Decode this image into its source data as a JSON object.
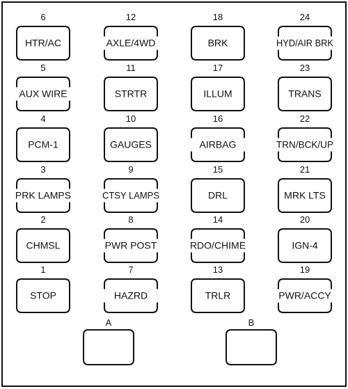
{
  "fuse_panel": {
    "columns": [
      [
        {
          "number": "6",
          "label": "HTR/AC",
          "style": "solid"
        },
        {
          "number": "5",
          "label": "AUX WIRE",
          "style": "broken"
        },
        {
          "number": "4",
          "label": "PCM-1",
          "style": "solid"
        },
        {
          "number": "3",
          "label": "PRK LAMPS",
          "style": "broken"
        },
        {
          "number": "2",
          "label": "CHMSL",
          "style": "solid"
        },
        {
          "number": "1",
          "label": "STOP",
          "style": "solid"
        }
      ],
      [
        {
          "number": "12",
          "label": "AXLE/4WD",
          "style": "broken"
        },
        {
          "number": "11",
          "label": "STRTR",
          "style": "solid"
        },
        {
          "number": "10",
          "label": "GAUGES",
          "style": "solid"
        },
        {
          "number": "9",
          "label": "CTSY LAMPS",
          "style": "broken"
        },
        {
          "number": "8",
          "label": "PWR POST",
          "style": "broken"
        },
        {
          "number": "7",
          "label": "HAZRD",
          "style": "broken"
        }
      ],
      [
        {
          "number": "18",
          "label": "BRK",
          "style": "solid"
        },
        {
          "number": "17",
          "label": "ILLUM",
          "style": "solid"
        },
        {
          "number": "16",
          "label": "AIRBAG",
          "style": "broken"
        },
        {
          "number": "15",
          "label": "DRL",
          "style": "solid"
        },
        {
          "number": "14",
          "label": "RDO/CHIME",
          "style": "broken"
        },
        {
          "number": "13",
          "label": "TRLR",
          "style": "solid"
        }
      ],
      [
        {
          "number": "24",
          "label": "HYD/AIR BRK",
          "style": "broken"
        },
        {
          "number": "23",
          "label": "TRANS",
          "style": "solid"
        },
        {
          "number": "22",
          "label": "TRN/BCK/UP",
          "style": "broken"
        },
        {
          "number": "21",
          "label": "MRK LTS",
          "style": "solid"
        },
        {
          "number": "20",
          "label": "IGN-4",
          "style": "solid"
        },
        {
          "number": "19",
          "label": "PWR/ACCY",
          "style": "broken"
        }
      ]
    ],
    "relays": [
      {
        "label": "A"
      },
      {
        "label": "B"
      }
    ]
  }
}
